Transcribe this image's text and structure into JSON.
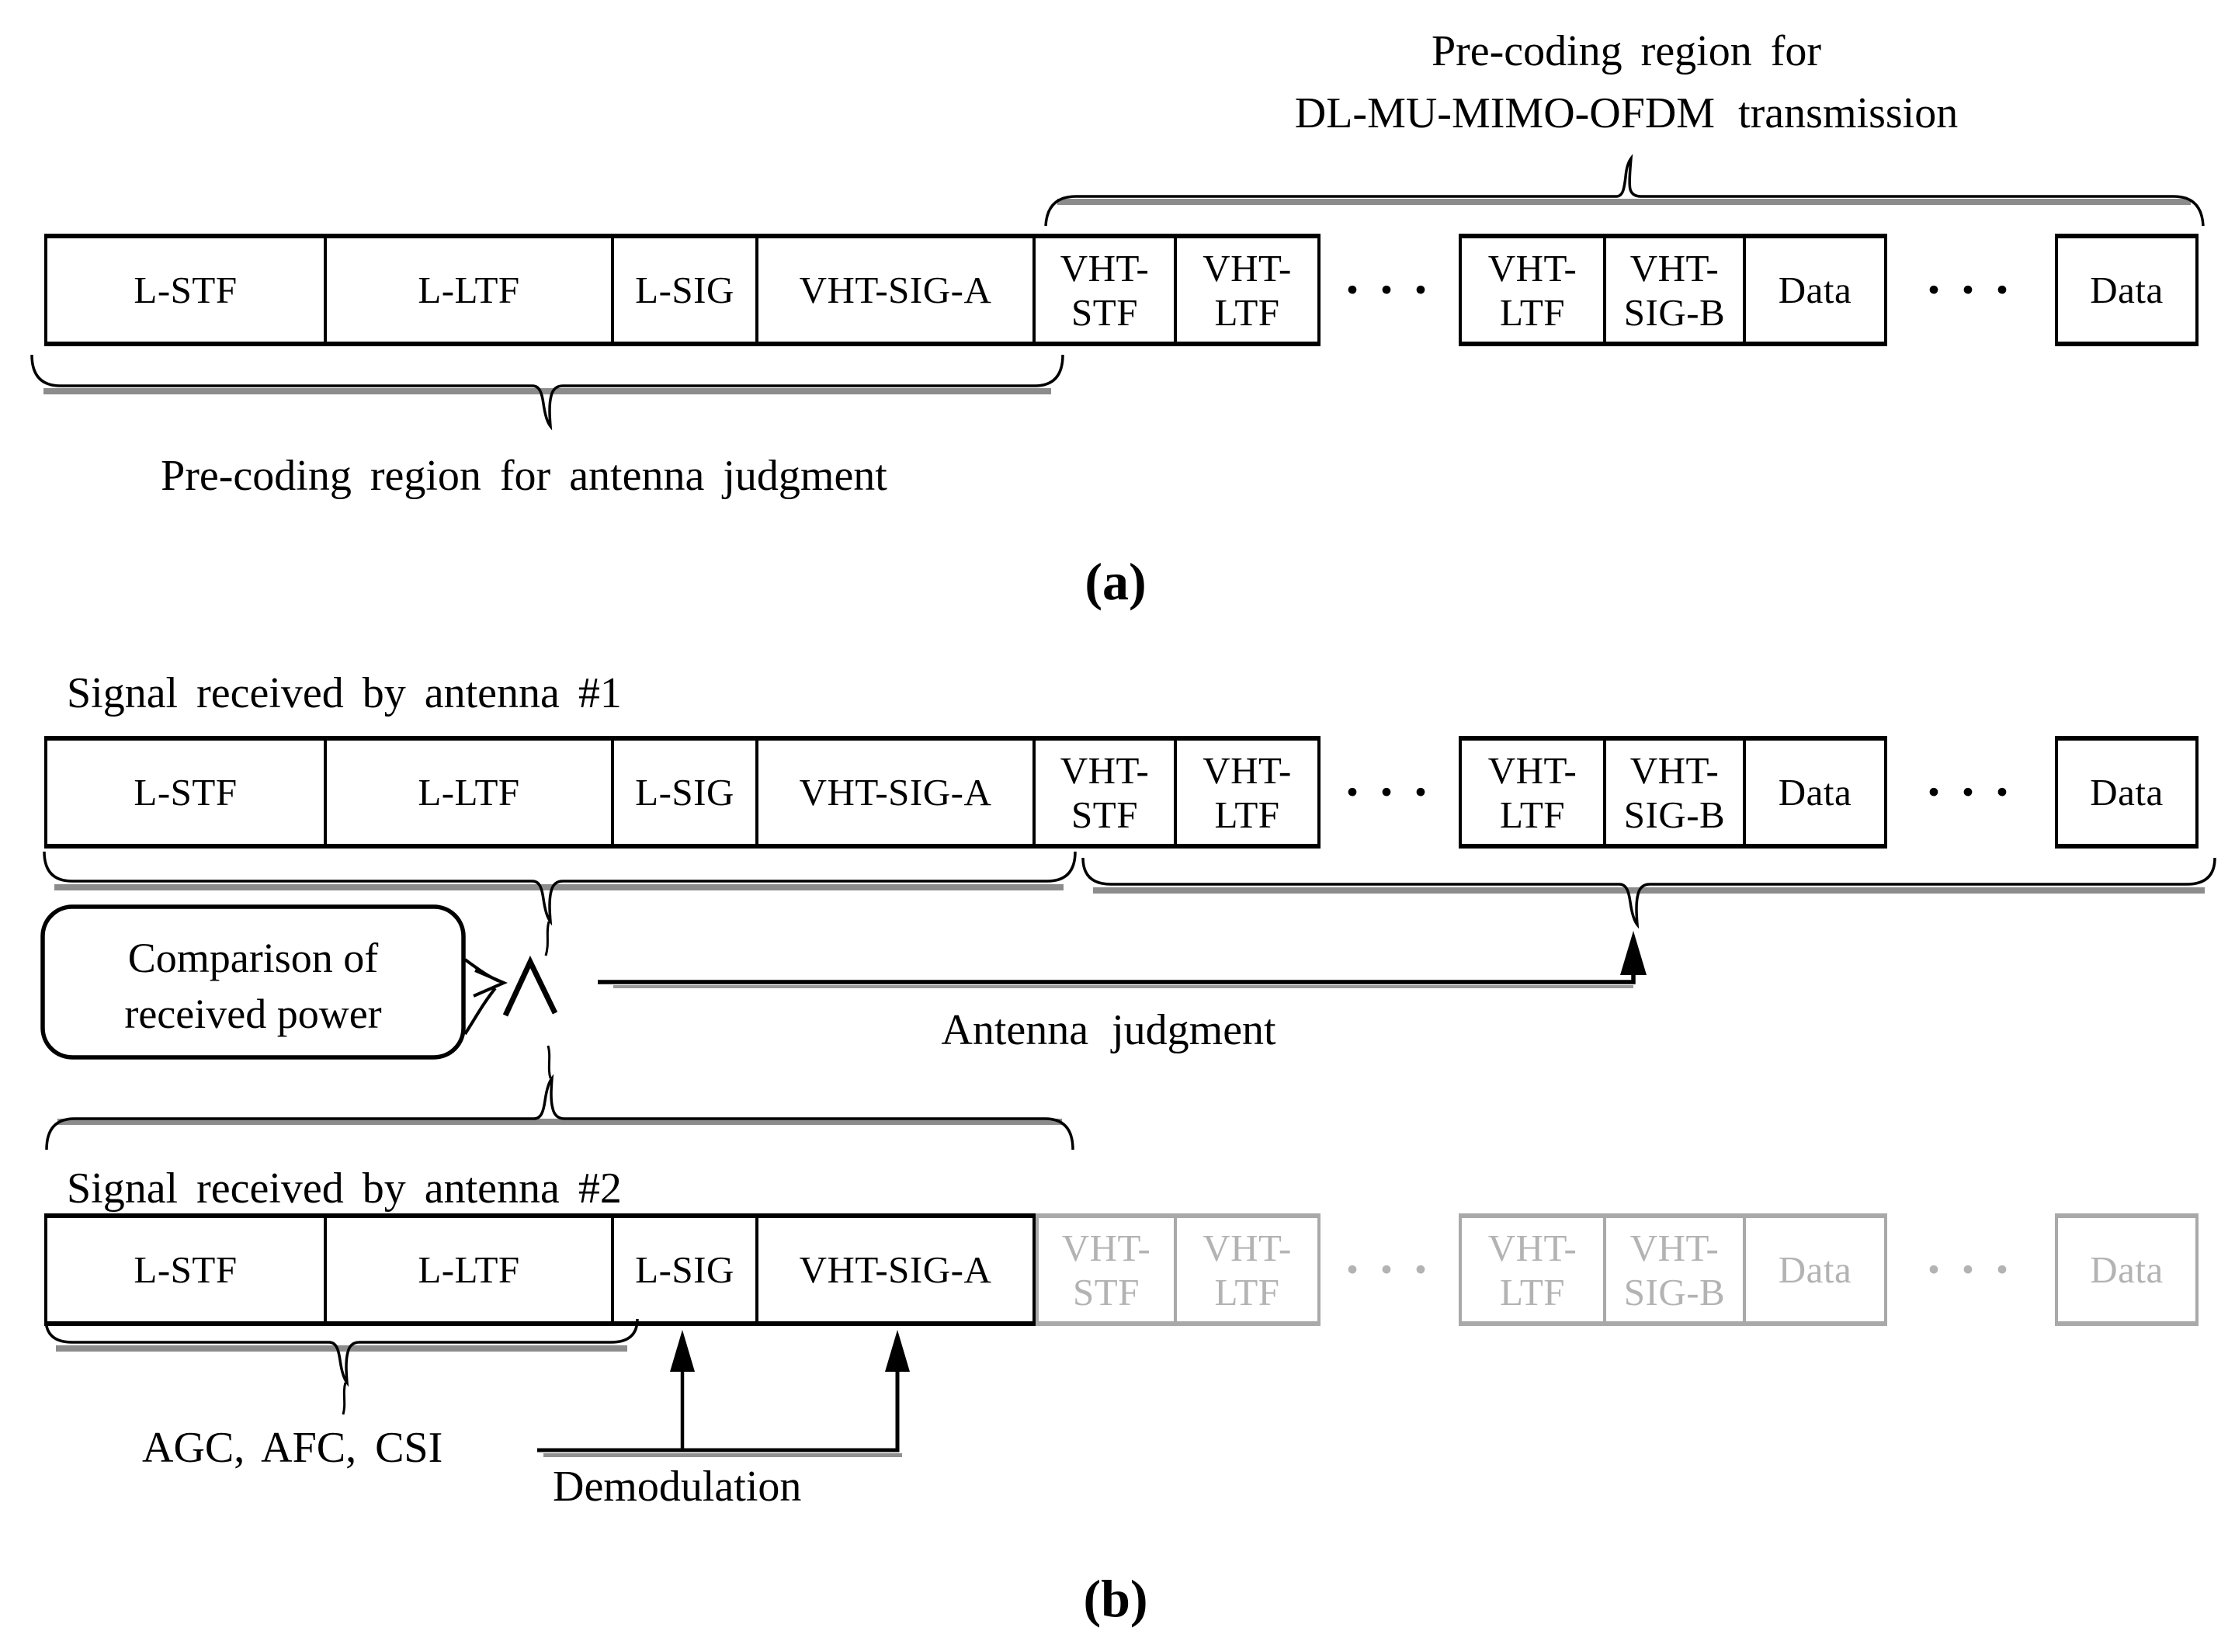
{
  "panel_a": {
    "top_annotation_line1": "Pre-coding region for",
    "top_annotation_line2": "DL-MU-MIMO-OFDM transmission",
    "bottom_annotation": "Pre-coding region for antenna judgment",
    "caption": "(a)"
  },
  "panel_b": {
    "antenna1_title": "Signal received by antenna #1",
    "antenna2_title": "Signal received by antenna #2",
    "bubble_line1": "Comparison of",
    "bubble_line2": "received power",
    "antenna_judgment_label": "Antenna judgment",
    "agc_label": "AGC, AFC, CSI",
    "demodulation_label": "Demodulation",
    "caption": "(b)"
  },
  "fields": [
    {
      "label": "L-STF"
    },
    {
      "label": "L-LTF"
    },
    {
      "label": "L-SIG"
    },
    {
      "label": "VHT-SIG-A"
    },
    {
      "label": "VHT-\nSTF"
    },
    {
      "label": "VHT-\nLTF"
    },
    {
      "label": "···"
    },
    {
      "label": "VHT-\nLTF"
    },
    {
      "label": "VHT-\nSIG-B"
    },
    {
      "label": "Data"
    },
    {
      "label": "···"
    },
    {
      "label": "Data"
    }
  ],
  "colors": {
    "ink": "#000000",
    "dim_text": "#b3b3b3",
    "dim_border": "#a9a9a9",
    "brace_shadow": "#8c8c8c"
  }
}
